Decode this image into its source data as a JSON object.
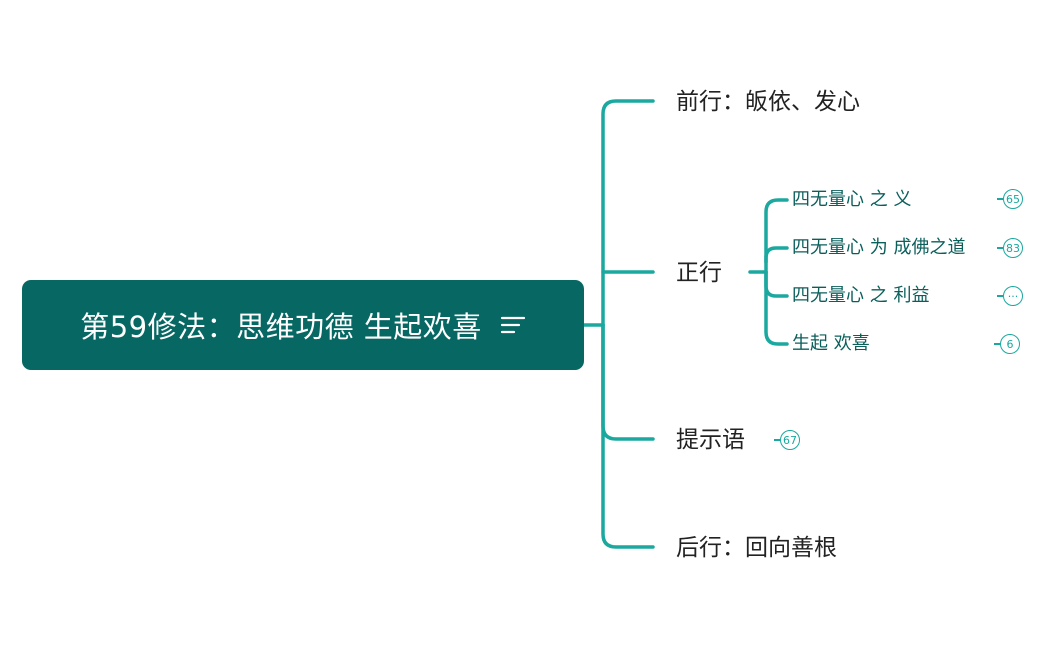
{
  "root": {
    "title": "第59修法：思维功德 生起欢喜",
    "icon": "notes-icon"
  },
  "branches": [
    {
      "label": "前行：皈依、发心"
    },
    {
      "label": "正行"
    },
    {
      "label": "提示语",
      "badge": "67"
    },
    {
      "label": "后行：回向善根"
    }
  ],
  "subbranches": [
    {
      "label": "四无量心 之 义",
      "badge": "65"
    },
    {
      "label": "四无量心 为 成佛之道",
      "badge": "83"
    },
    {
      "label": "四无量心 之 利益",
      "badge": "···"
    },
    {
      "label": "生起 欢喜",
      "badge": "6"
    }
  ],
  "colors": {
    "root_fill": "#066763",
    "connector": "#1aa89f",
    "sub_text": "#0b5f5b"
  }
}
